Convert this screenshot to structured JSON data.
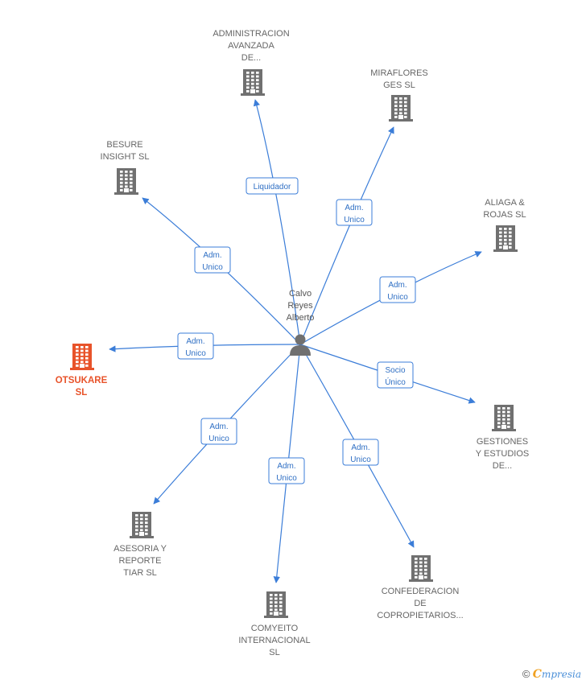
{
  "center": {
    "label_lines": [
      "Calvo",
      "Reyes",
      "Alberto"
    ]
  },
  "colors": {
    "edge": "#3b7dd8",
    "building": "#707070",
    "main_building": "#e8532a"
  },
  "nodes": [
    {
      "id": "administracion",
      "label_lines": [
        "ADMINISTRACION",
        "AVANZADA",
        "DE..."
      ],
      "main": false
    },
    {
      "id": "miraflores",
      "label_lines": [
        "MIRAFLORES",
        "GES SL"
      ],
      "main": false
    },
    {
      "id": "besure",
      "label_lines": [
        "BESURE",
        "INSIGHT  SL"
      ],
      "main": false
    },
    {
      "id": "aliaga",
      "label_lines": [
        "ALIAGA &",
        "ROJAS  SL"
      ],
      "main": false
    },
    {
      "id": "otsukare",
      "label_lines": [
        "OTSUKARE",
        "SL"
      ],
      "main": true
    },
    {
      "id": "gestiones",
      "label_lines": [
        "GESTIONES",
        "Y ESTUDIOS",
        "DE..."
      ],
      "main": false
    },
    {
      "id": "asesoria",
      "label_lines": [
        "ASESORIA Y",
        "REPORTE",
        "TIAR SL"
      ],
      "main": false
    },
    {
      "id": "confederacion",
      "label_lines": [
        "CONFEDERACION",
        "DE",
        "COPROPIETARIOS..."
      ],
      "main": false
    },
    {
      "id": "comyeito",
      "label_lines": [
        "COMYEITO",
        "INTERNACIONAL",
        "SL"
      ],
      "main": false
    }
  ],
  "edges": [
    {
      "to": "administracion",
      "label_lines": [
        "Liquidador"
      ]
    },
    {
      "to": "miraflores",
      "label_lines": [
        "Adm.",
        "Unico"
      ]
    },
    {
      "to": "besure",
      "label_lines": [
        "Adm.",
        "Unico"
      ]
    },
    {
      "to": "aliaga",
      "label_lines": [
        "Adm.",
        "Unico"
      ]
    },
    {
      "to": "otsukare",
      "label_lines": [
        "Adm.",
        "Unico"
      ]
    },
    {
      "to": "gestiones",
      "label_lines": [
        "Socio",
        "Único"
      ]
    },
    {
      "to": "asesoria",
      "label_lines": [
        "Adm.",
        "Unico"
      ]
    },
    {
      "to": "confederacion",
      "label_lines": [
        "Adm.",
        "Unico"
      ]
    },
    {
      "to": "comyeito",
      "label_lines": [
        "Adm.",
        "Unico"
      ]
    }
  ],
  "footer": {
    "copyright": "©",
    "brand_initial": "C",
    "brand_rest": "mpresia"
  }
}
